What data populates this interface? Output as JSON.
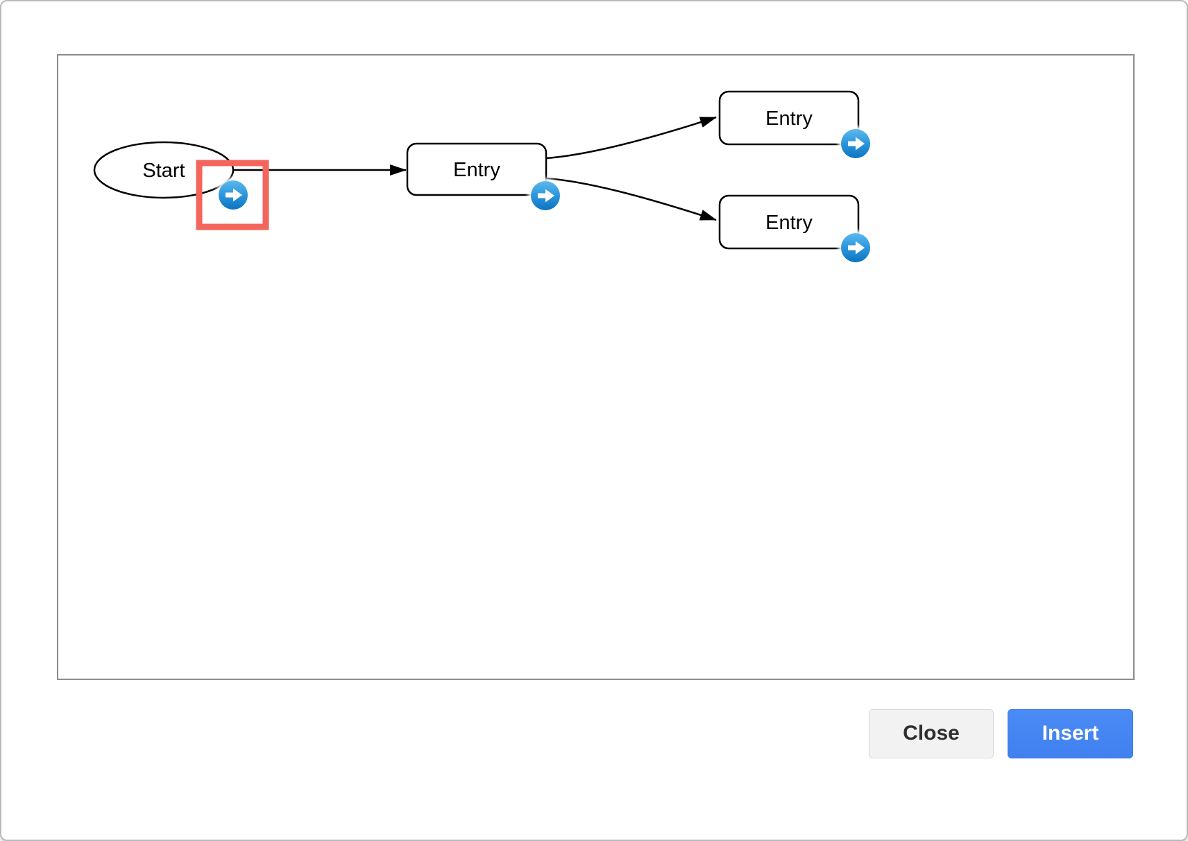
{
  "dialog": {
    "diagram": {
      "nodes": [
        {
          "id": "start",
          "label": "Start",
          "shape": "ellipse"
        },
        {
          "id": "entry-1",
          "label": "Entry",
          "shape": "rounded-rectangle"
        },
        {
          "id": "entry-2",
          "label": "Entry",
          "shape": "rounded-rectangle"
        },
        {
          "id": "entry-3",
          "label": "Entry",
          "shape": "rounded-rectangle"
        }
      ],
      "edges": [
        {
          "from": "start",
          "to": "entry-1"
        },
        {
          "from": "entry-1",
          "to": "entry-2"
        },
        {
          "from": "entry-1",
          "to": "entry-3"
        }
      ],
      "node_action_icon": "blue-arrow-icon",
      "highlight": {
        "target": "start-node-arrow-icon",
        "color": "#f4655c"
      }
    },
    "footer": {
      "close_label": "Close",
      "insert_label": "Insert"
    },
    "colors": {
      "primary_button_blue": "#4285f4",
      "icon_gradient_top": "#5cb9ee",
      "icon_gradient_bottom": "#0d74c0",
      "highlight_red": "#f4655c",
      "canvas_border_gray": "#8c8c8c",
      "frame_border_gray": "#b9b9b9",
      "stroke_black": "#000000"
    }
  }
}
